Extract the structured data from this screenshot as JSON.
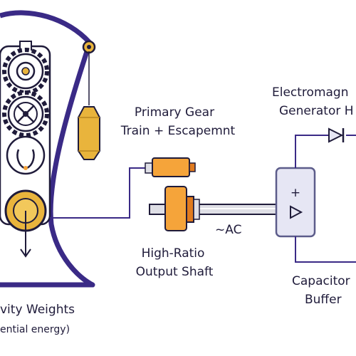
{
  "colors": {
    "outline": "#1f1b3a",
    "frame": "#3a2a86",
    "gear_fill": "#ffffff",
    "accent_orange": "#f5a43a",
    "accent_orange_dark": "#e07b1f",
    "accent_gold": "#e9b43c",
    "shaft_gray": "#dfdfe6",
    "box_fill": "#e6e6f4",
    "box_stroke": "#5c5c8a",
    "background": "#ffffff"
  },
  "labels": {
    "gear_train_line1": "Primary Gear",
    "gear_train_line2": "Train + Escapemnt",
    "output_shaft_line1": "High-Ratio",
    "output_shaft_line2": "Output Shaft",
    "generator_line1": "Electromagn",
    "generator_line2": "Generator H",
    "ac_label": "~AC",
    "capacitor_line1": "Capacitor",
    "capacitor_line2": "Buffer",
    "weights_line1": "vity Weights",
    "weights_line2": "ential energy)"
  },
  "symbols": {
    "plus": "+",
    "triangle": "▷"
  },
  "icons": {
    "gear_top": "gear-icon",
    "gear_middle": "gear-icon",
    "weight_drum": "drum-icon",
    "pendulum_bob": "pendulum-bob-icon",
    "arrow_down": "arrow-down-icon",
    "diode": "diode-icon"
  }
}
